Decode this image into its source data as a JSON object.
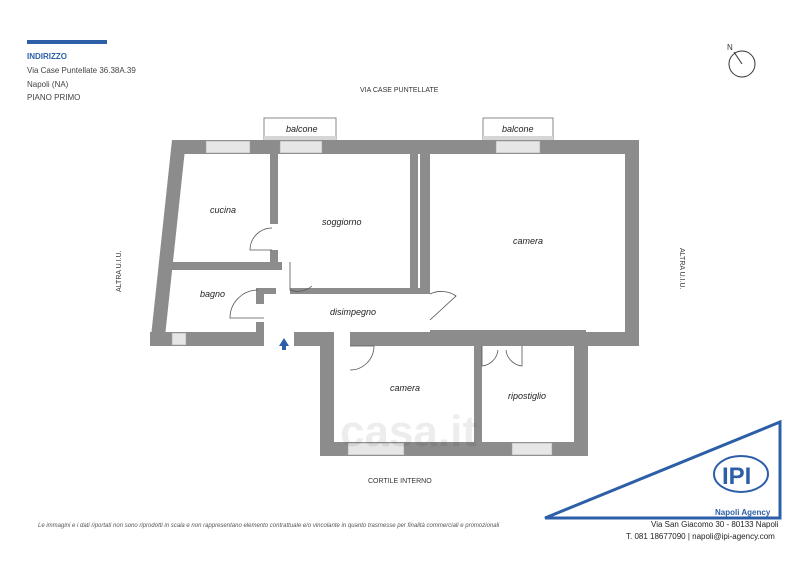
{
  "header": {
    "title": "INDIRIZZO",
    "address": "Via Case Puntellate 36.38A.39",
    "city": "Napoli (NA)",
    "floor": "PIANO PRIMO"
  },
  "compass": {
    "label": "N"
  },
  "orientation": {
    "top": "VIA CASE PUNTELLATE",
    "bottom": "CORTILE INTERNO",
    "left": "ALTRA U.I.U.",
    "right": "ALTRA U.I.U."
  },
  "rooms": {
    "balcone_left": "balcone",
    "balcone_right": "balcone",
    "cucina": "cucina",
    "soggiorno": "soggiorno",
    "camera_large": "camera",
    "bagno": "bagno",
    "disimpegno": "disimpegno",
    "camera_small": "camera",
    "ripostiglio": "ripostiglio"
  },
  "watermark": "casa.it",
  "disclaimer": "Le immagini e i dati riportati non sono riprodotti in scala e non rappresentano elemento contrattuale e/o vincolante in quanto trasmesse per finalità commerciali e promozionali",
  "agency": {
    "logo_text": "IPI",
    "name": "Napoli Agency",
    "address": "Via San Giacomo 30 - 80133 Napoli",
    "contact": "T. 081 18677090 | napoli@ipi-agency.com"
  },
  "colors": {
    "wall": "#8c8c8c",
    "accent": "#2d5fa8"
  }
}
